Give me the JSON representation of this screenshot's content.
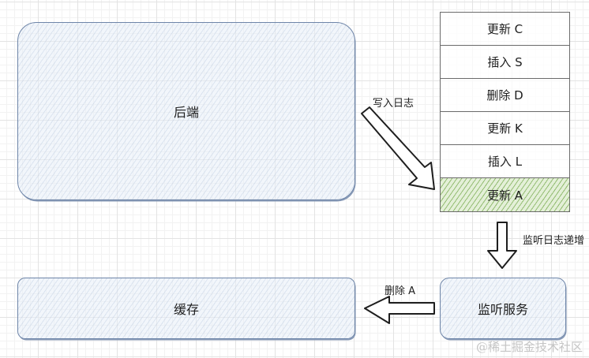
{
  "nodes": {
    "backend": {
      "label": "后端"
    },
    "cache": {
      "label": "缓存"
    },
    "listener": {
      "label": "监听服务"
    }
  },
  "log_stack": {
    "entries": [
      {
        "label": "更新 C",
        "highlighted": false
      },
      {
        "label": "插入 S",
        "highlighted": false
      },
      {
        "label": "删除 D",
        "highlighted": false
      },
      {
        "label": "更新 K",
        "highlighted": false
      },
      {
        "label": "插入 L",
        "highlighted": false
      },
      {
        "label": "更新 A",
        "highlighted": true
      }
    ],
    "highlight_color": "#9cc47a"
  },
  "edges": {
    "write_log": {
      "label": "写入日志",
      "from": "backend",
      "to": "log_stack"
    },
    "listen_incr": {
      "label": "监听日志递增",
      "from": "log_stack",
      "to": "listener"
    },
    "delete_a": {
      "label": "删除 A",
      "from": "listener",
      "to": "cache"
    }
  },
  "colors": {
    "box_border": "#6e85a8",
    "box_fill": "#e7eef8",
    "grid": "#e3e3e3"
  },
  "watermark": "@稀土掘金技术社区"
}
